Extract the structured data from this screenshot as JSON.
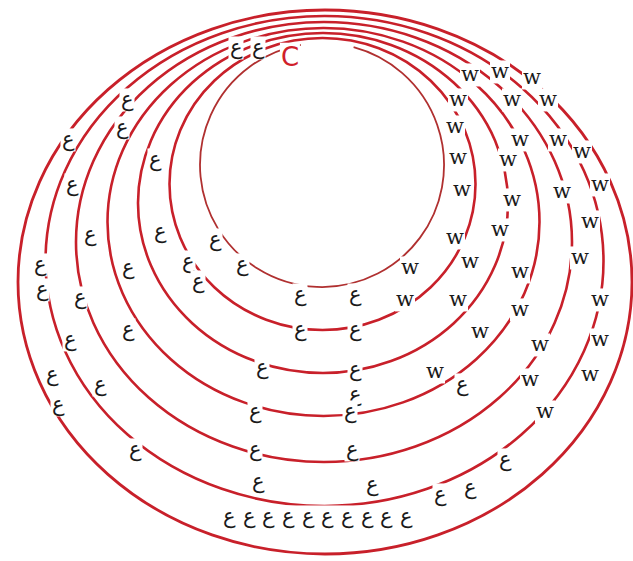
{
  "diagram": {
    "labels": [
      "C",
      "ع",
      "ع",
      "ع",
      "ع",
      "ع",
      "ع",
      "ع",
      "ع",
      "ع",
      "ع",
      "ع",
      "ع",
      "ع",
      "ع",
      "ع",
      "ع",
      "ع",
      "ع",
      "ع",
      "ع",
      "ع",
      "ع",
      "ع",
      "ع",
      "ع",
      "ع",
      "ع",
      "ع",
      "ع",
      "ع",
      "ع",
      "ع",
      "ع",
      "ع",
      "ع",
      "ع",
      "ع",
      "ع",
      "ع",
      "ع",
      "ع ع ع ع ع ع ع ع ع ع",
      "w",
      "w",
      "w",
      "w",
      "w",
      "w",
      "w",
      "w",
      "w",
      "w",
      "w",
      "w",
      "w",
      "w",
      "w",
      "w",
      "w",
      "w",
      "w",
      "w",
      "w",
      "w",
      "w",
      "w",
      "w",
      "w",
      "w",
      "w",
      "w",
      "w",
      "w",
      "w",
      "w",
      "w"
    ]
  }
}
